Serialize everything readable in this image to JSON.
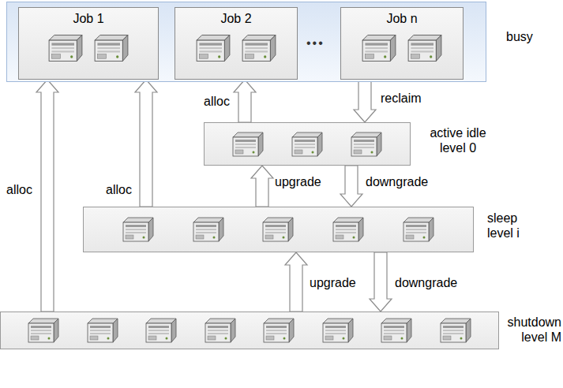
{
  "diagram": {
    "nodes": [
      {
        "text": [
          "busy"
        ]
      },
      {
        "text": [
          "Job 1"
        ],
        "in": 0
      },
      {
        "text": [
          "Job 2"
        ],
        "in": 0
      },
      {
        "text": [
          "Job n"
        ],
        "in": 0
      },
      {
        "text": [
          "active idle level 0"
        ]
      },
      {
        "text": [
          "sleep level i"
        ]
      },
      {
        "text": [
          "shutdown level M"
        ]
      }
    ],
    "edges": [
      {
        "from": 6,
        "to": 1,
        "label": "alloc",
        "arrow": "to"
      },
      {
        "from": 5,
        "to": 1,
        "label": "alloc",
        "arrow": "to"
      },
      {
        "from": 4,
        "to": 2,
        "label": "alloc",
        "arrow": "to"
      },
      {
        "from": 3,
        "to": 4,
        "label": "reclaim",
        "arrow": "to"
      },
      {
        "from": 5,
        "to": 4,
        "label": "upgrade",
        "arrow": "to"
      },
      {
        "from": 4,
        "to": 5,
        "label": "downgrade",
        "arrow": "to"
      },
      {
        "from": 6,
        "to": 5,
        "label": "upgrade",
        "arrow": "to"
      },
      {
        "from": 5,
        "to": 6,
        "label": "downgrade",
        "arrow": "to"
      }
    ],
    "labels": [
      "•••"
    ]
  }
}
